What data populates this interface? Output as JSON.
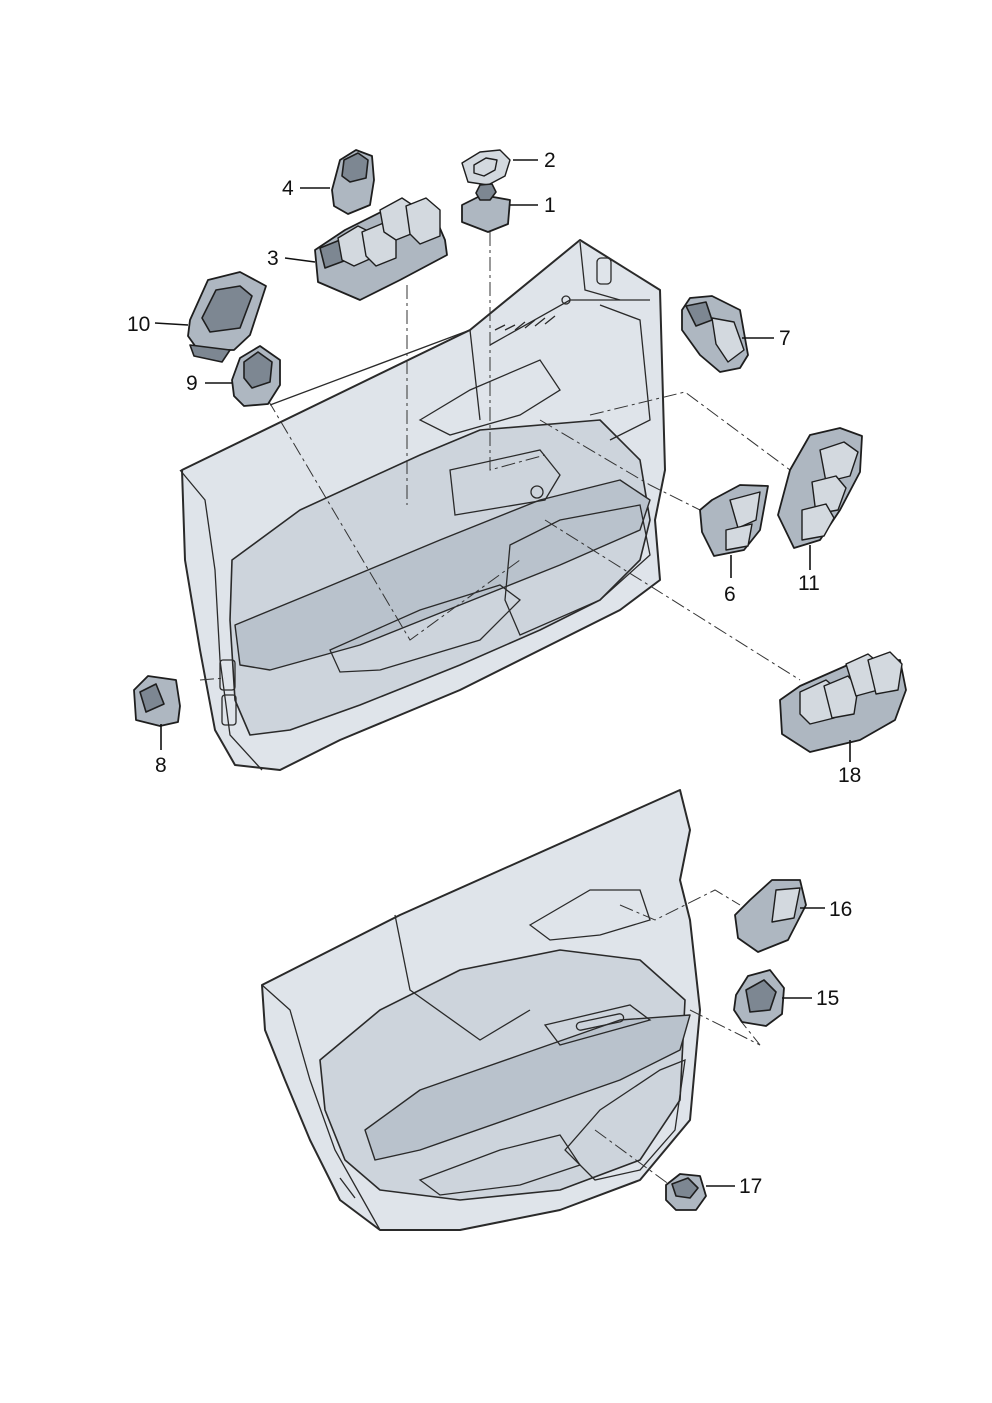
{
  "callouts": [
    {
      "id": "1",
      "text": "1"
    },
    {
      "id": "2",
      "text": "2"
    },
    {
      "id": "3",
      "text": "3"
    },
    {
      "id": "4",
      "text": "4"
    },
    {
      "id": "6",
      "text": "6"
    },
    {
      "id": "7",
      "text": "7"
    },
    {
      "id": "8",
      "text": "8"
    },
    {
      "id": "9",
      "text": "9"
    },
    {
      "id": "10",
      "text": "10"
    },
    {
      "id": "11",
      "text": "11"
    },
    {
      "id": "15",
      "text": "15"
    },
    {
      "id": "16",
      "text": "16"
    },
    {
      "id": "17",
      "text": "17"
    },
    {
      "id": "18",
      "text": "18"
    }
  ],
  "colors": {
    "panel_fill": "#dfe4ea",
    "part_fill": "#aeb7c1",
    "outline": "#1e1e1e"
  }
}
